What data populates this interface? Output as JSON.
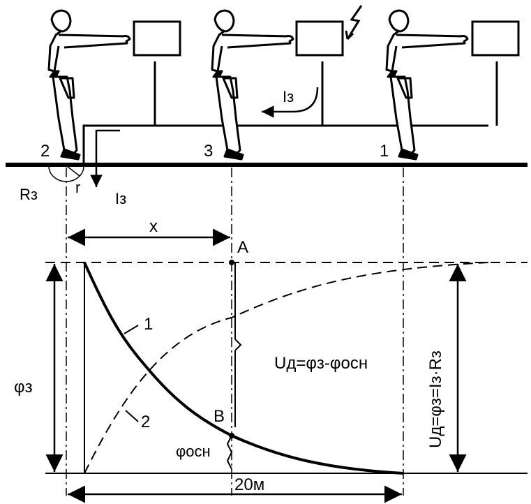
{
  "labels": {
    "point_2": "2",
    "point_3": "3",
    "point_1": "1",
    "r": "r",
    "current_ground": "Iз",
    "current_wire": "Iз",
    "resistance": "Rз",
    "x": "x",
    "A": "A",
    "B": "B",
    "curve_1": "1",
    "curve_2": "2",
    "phi_z": "φз",
    "phi_osn": "φосн",
    "u_touch_formula": "Uд=φз-φосн",
    "u_touch_full": "Uд=φз=Iз·Rз",
    "distance": "20м"
  },
  "icons": [
    "person-icon",
    "lightning-icon",
    "equipment-box-icon",
    "ground-electrode-icon"
  ]
}
